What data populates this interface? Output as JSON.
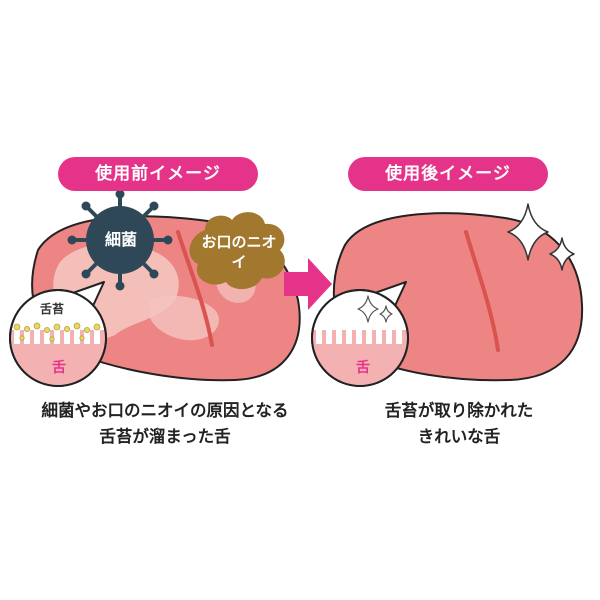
{
  "before": {
    "title": "使用前イメージ",
    "germ_label": "細菌",
    "odor_label": "お口のニオイ",
    "coating_label": "舌苔",
    "tongue_label": "舌",
    "caption_line1": "細菌やお口のニオイの原因となる",
    "caption_line2": "舌苔が溜まった舌"
  },
  "after": {
    "title": "使用後イメージ",
    "tongue_label": "舌",
    "caption_line1": "舌苔が取り除かれた",
    "caption_line2": "きれいな舌"
  },
  "colors": {
    "accent_pink": "#e6338a",
    "tongue": "#ee8585",
    "tongue_dark": "#d9534f",
    "coating": "#f4c4bf",
    "germ": "#2f4858",
    "odor": "#a2782e"
  },
  "icons": [
    "germ-icon",
    "odor-cloud-icon",
    "sparkle-icon",
    "arrow-right-icon"
  ]
}
